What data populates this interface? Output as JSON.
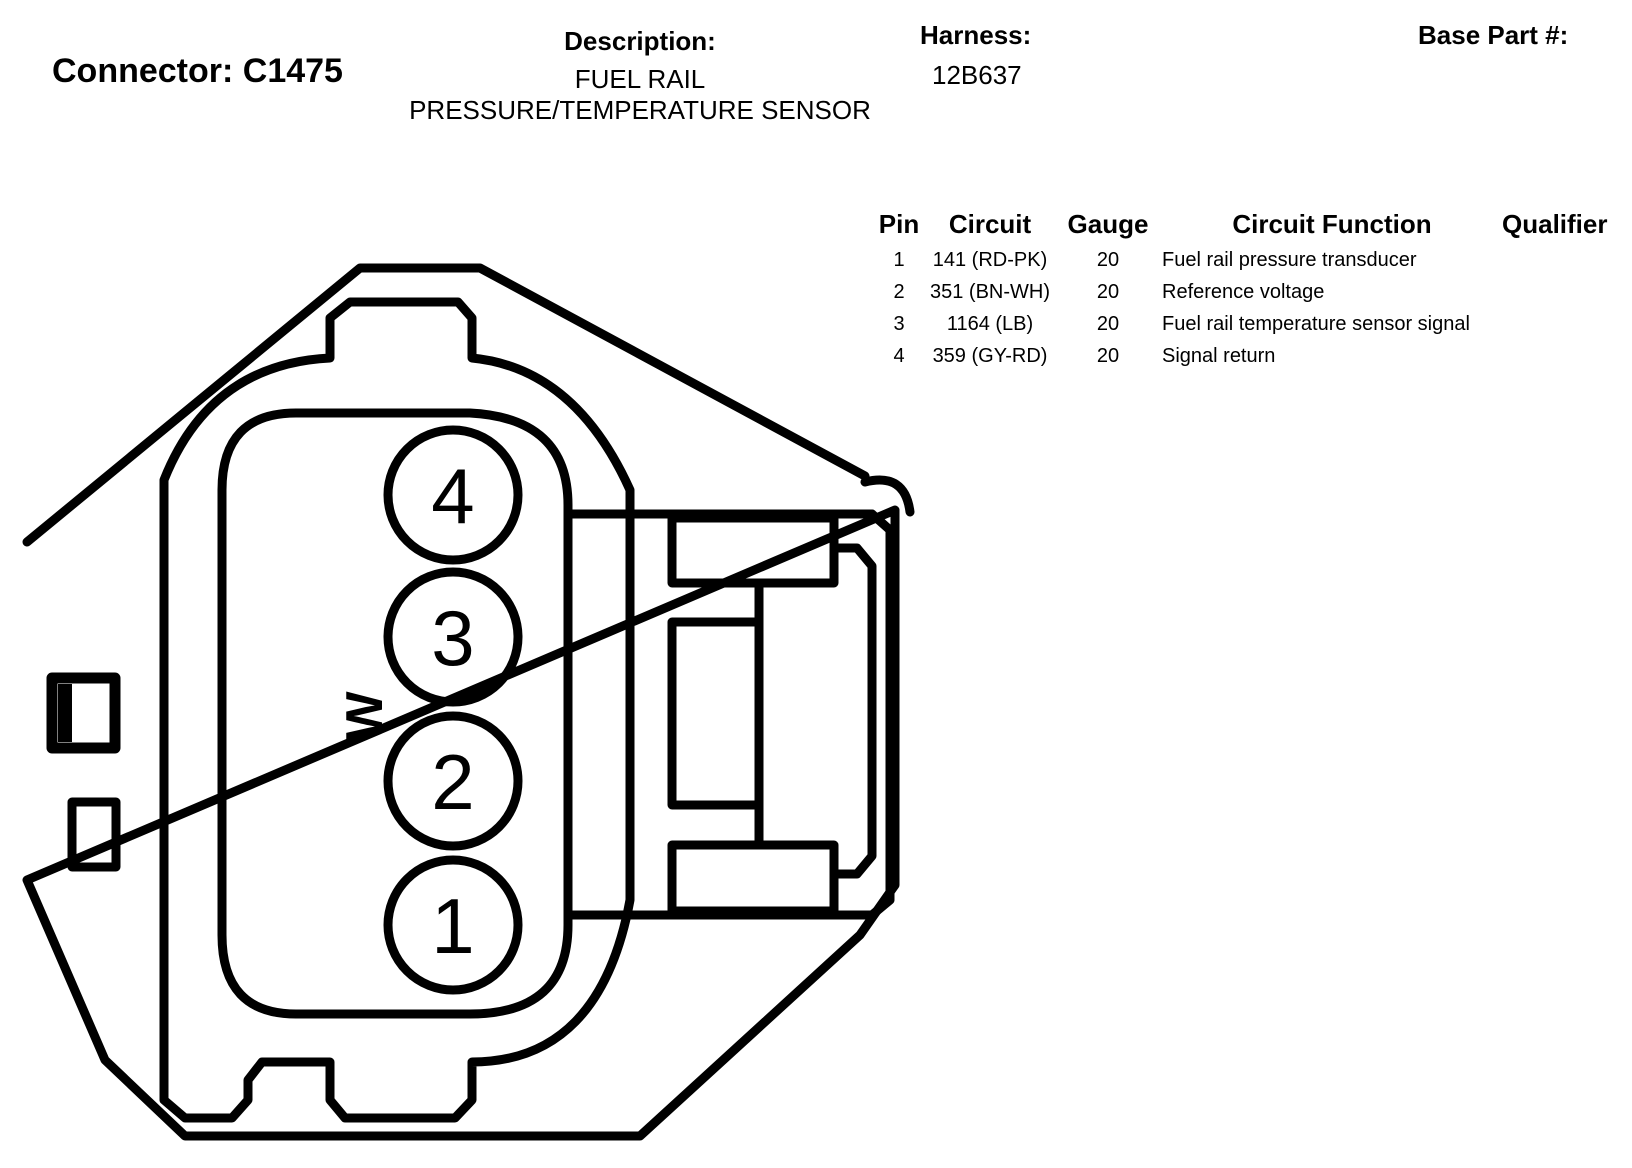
{
  "header": {
    "connector": "Connector: C1475",
    "description_label": "Description:",
    "description_lines": [
      "FUEL RAIL",
      "PRESSURE/TEMPERATURE SENSOR"
    ],
    "harness_label": "Harness:",
    "harness_value": "12B637",
    "base_part_label": "Base Part #:"
  },
  "table": {
    "headers": [
      "Pin",
      "Circuit",
      "Gauge",
      "Circuit Function",
      "Qualifier"
    ],
    "rows": [
      {
        "pin": "1",
        "circuit": "141 (RD-PK)",
        "gauge": "20",
        "function": "Fuel rail pressure transducer",
        "qualifier": ""
      },
      {
        "pin": "2",
        "circuit": "351 (BN-WH)",
        "gauge": "20",
        "function": "Reference voltage",
        "qualifier": ""
      },
      {
        "pin": "3",
        "circuit": "1164 (LB)",
        "gauge": "20",
        "function": "Fuel rail temperature sensor signal",
        "qualifier": ""
      },
      {
        "pin": "4",
        "circuit": "359 (GY-RD)",
        "gauge": "20",
        "function": "Signal return",
        "qualifier": ""
      }
    ]
  },
  "diagram": {
    "pins": [
      "4",
      "3",
      "2",
      "1"
    ],
    "mark": "W"
  }
}
